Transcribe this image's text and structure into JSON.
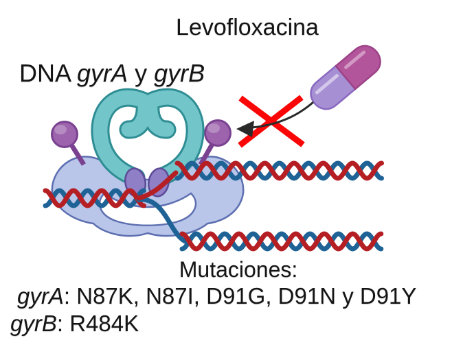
{
  "figure": {
    "title": "Levofloxacina",
    "target_label": {
      "prefix": "DNA ",
      "gene_a": "gyrA",
      "conjunction": " y ",
      "gene_b": "gyrB"
    },
    "mutations": {
      "heading": "Mutaciones:",
      "lines": [
        {
          "gene": "gyrA",
          "rest": ": N87K, N87I, D91G, D91N y D91Y"
        },
        {
          "gene": "gyrB",
          "rest": ": R484K"
        }
      ]
    }
  },
  "icons": {
    "capsule": "levofloxacin-capsule-icon",
    "cross": "inhibition-cross-icon",
    "arrow": "blocked-binding-arrow-icon",
    "protein": "dna-gyrase-illustration",
    "dna": "dna-double-helix"
  },
  "colors": {
    "background": "#ffffff",
    "text_black": "#141414",
    "gyrase_teal": "#72c5c9",
    "gyrase_teal_outline": "#2f8d94",
    "clamp_blue": "#b9c6ea",
    "clamp_blue_outline": "#5d6fb0",
    "subunit_purple": "#8f7fc7",
    "subunit_purple_outline": "#5b4a96",
    "sphere_purple": "#9d64ad",
    "sphere_purple_outline": "#7a4191",
    "dna_red": "#b51f24",
    "dna_blue": "#1f6396",
    "capsule_magenta": "#b3559b",
    "capsule_magenta_outline": "#9c4287",
    "capsule_lavender": "#a78fd4",
    "capsule_lavender_outline": "#8a68c0",
    "cross_red": "#fa0606",
    "arrow_black": "#2a2a2a"
  }
}
